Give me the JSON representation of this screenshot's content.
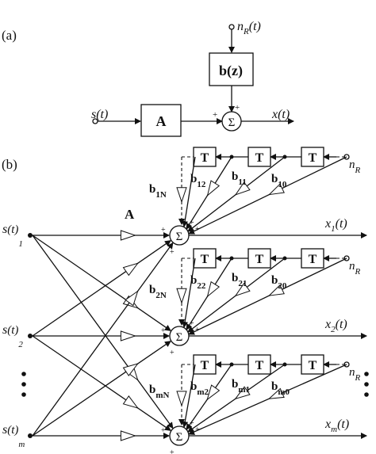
{
  "panel_a": {
    "tag": "(a)",
    "input": "s(t)",
    "block_a": "A",
    "block_b": "b(z)",
    "noise": "n",
    "noise_sub": "R",
    "noise_arg": "(t)",
    "output": "x(t)",
    "sum": "Σ",
    "plus": "+"
  },
  "panel_b": {
    "tag": "(b)",
    "gain_label": "A",
    "delay": "T",
    "sum": "Σ",
    "plus": "+",
    "noise": "n",
    "noise_sub": "R",
    "channels": [
      {
        "in_main": "s",
        "in_arg": "(t)",
        "in_sub": "1",
        "out_main": "x",
        "out_sub": "1",
        "out_arg": "(t)",
        "bN": "b",
        "bN_sub": "1N",
        "c2": "b",
        "c2_sub": "12",
        "c1": "b",
        "c1_sub": "11",
        "c0": "b",
        "c0_sub": "10"
      },
      {
        "in_main": "s",
        "in_arg": "(t)",
        "in_sub": "2",
        "out_main": "x",
        "out_sub": "2",
        "out_arg": "(t)",
        "bN": "b",
        "bN_sub": "2N",
        "c2": "b",
        "c2_sub": "22",
        "c1": "b",
        "c1_sub": "21",
        "c0": "b",
        "c0_sub": "20"
      },
      {
        "in_main": "s",
        "in_arg": "(t)",
        "in_sub": "m",
        "out_main": "x",
        "out_sub": "m",
        "out_arg": "(t)",
        "bN": "b",
        "bN_sub": "mN",
        "c2": "b",
        "c2_sub": "m2",
        "c1": "b",
        "c1_sub": "m1",
        "c0": "b",
        "c0_sub": "m0"
      }
    ]
  }
}
